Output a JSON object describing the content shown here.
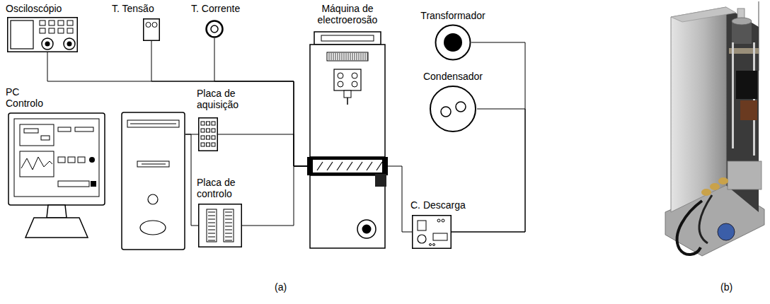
{
  "diagram": {
    "nodes": [
      {
        "text": [
          "Osciloscópio"
        ]
      },
      {
        "text": [
          "T. Tensão"
        ]
      },
      {
        "text": [
          "T. Corrente"
        ]
      },
      {
        "text": [
          "PC Controlo"
        ]
      },
      {
        "text": [
          "Placa de aquisição"
        ]
      },
      {
        "text": [
          "Placa de controlo"
        ]
      },
      {
        "text": [
          "Máquina de electroerosão"
        ]
      },
      {
        "text": [
          "Transformador"
        ]
      },
      {
        "text": [
          "Condensador"
        ]
      },
      {
        "text": [
          "C. Descarga"
        ]
      }
    ],
    "edges": [
      {
        "from": 0,
        "to": 6,
        "arrow": "none"
      },
      {
        "from": 1,
        "to": 6,
        "arrow": "none"
      },
      {
        "from": 2,
        "to": 6,
        "arrow": "none"
      },
      {
        "from": 3,
        "to": 4,
        "arrow": "none"
      },
      {
        "from": 4,
        "to": 6,
        "arrow": "none"
      },
      {
        "from": 3,
        "to": 5,
        "arrow": "none"
      },
      {
        "from": 5,
        "to": 6,
        "arrow": "none"
      },
      {
        "from": 6,
        "to": 9,
        "arrow": "none"
      },
      {
        "from": 9,
        "to": 7,
        "arrow": "none"
      },
      {
        "from": 9,
        "to": 8,
        "arrow": "none"
      }
    ],
    "labels": [
      "(a)",
      "(b)"
    ]
  }
}
